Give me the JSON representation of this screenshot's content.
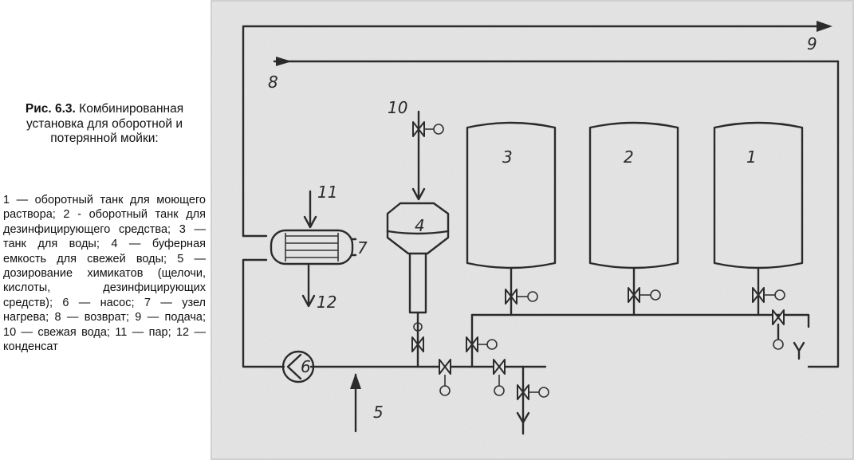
{
  "caption": {
    "title_bold": "Рис. 6.3.",
    "title_rest": " Комбинированная установка для оборотной и потерянной мойки:",
    "legend": "1 — оборотный танк для моющего раствора; 2 - оборотный танк для дезинфицирующего средства; 3 — танк для воды; 4 — буферная емкость для свежей воды; 5 — дозирование химикатов (щелочи, кислоты, дезинфицирующих средств); 6 — насос; 7 — узел нагрева; 8 — возврат; 9 — подача; 10 — свежая вода; 11 — пар; 12 — конденсат"
  },
  "diagram": {
    "labels": {
      "tank1": "1",
      "tank2": "2",
      "tank3": "3",
      "buffer": "4",
      "dosing": "5",
      "pump": "6",
      "heater": "7",
      "return": "8",
      "supply": "9",
      "fresh_water": "10",
      "steam": "11",
      "condensate": "12"
    },
    "colors": {
      "line": "#2b2b2b",
      "paper": "#e6e6e6"
    }
  }
}
